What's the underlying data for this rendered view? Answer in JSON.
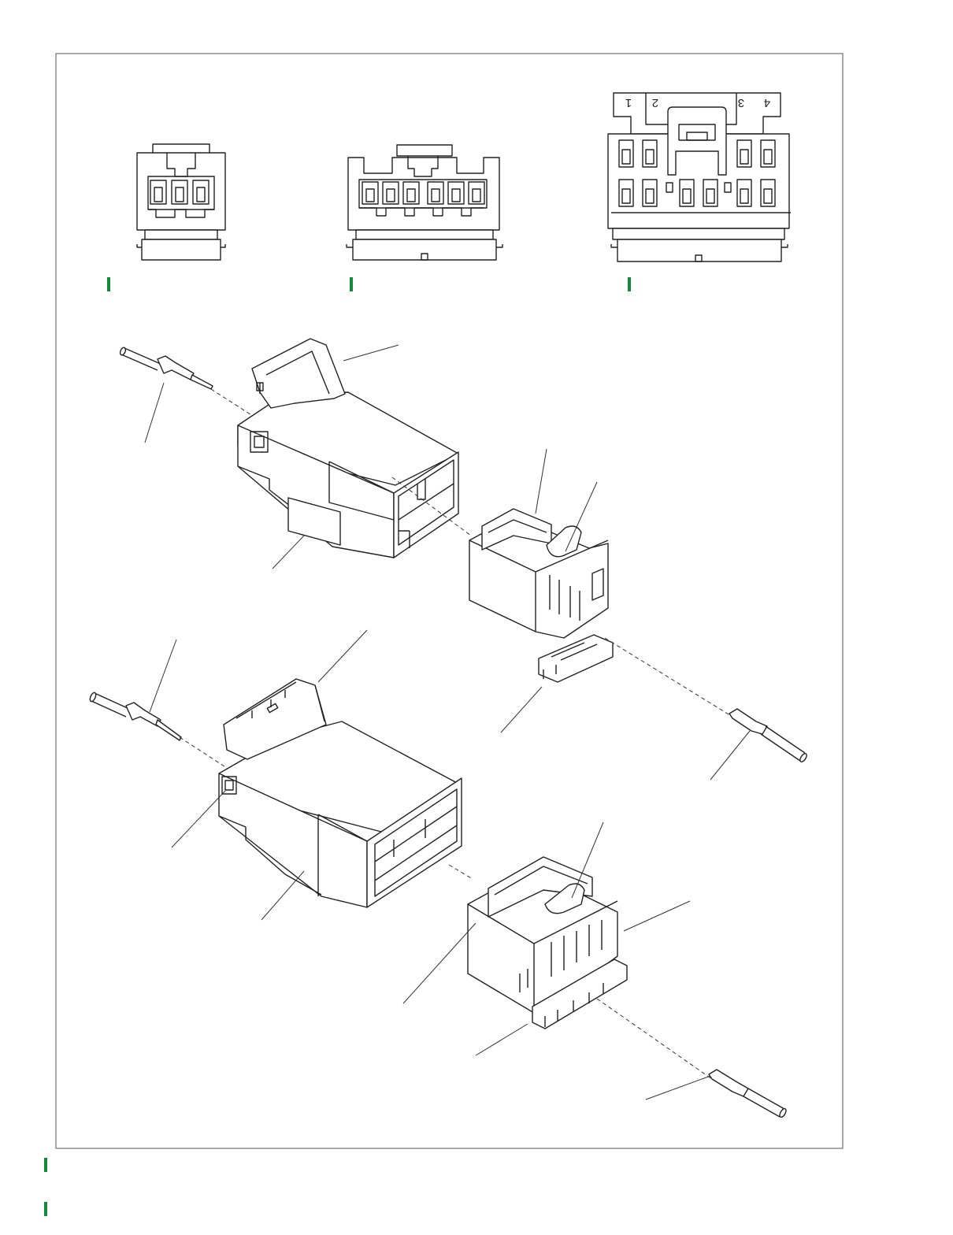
{
  "figure": {
    "pin_numbers": [
      "1",
      "2",
      "3",
      "4"
    ],
    "marker_color": "#118a3c",
    "line_color": "#222222"
  }
}
